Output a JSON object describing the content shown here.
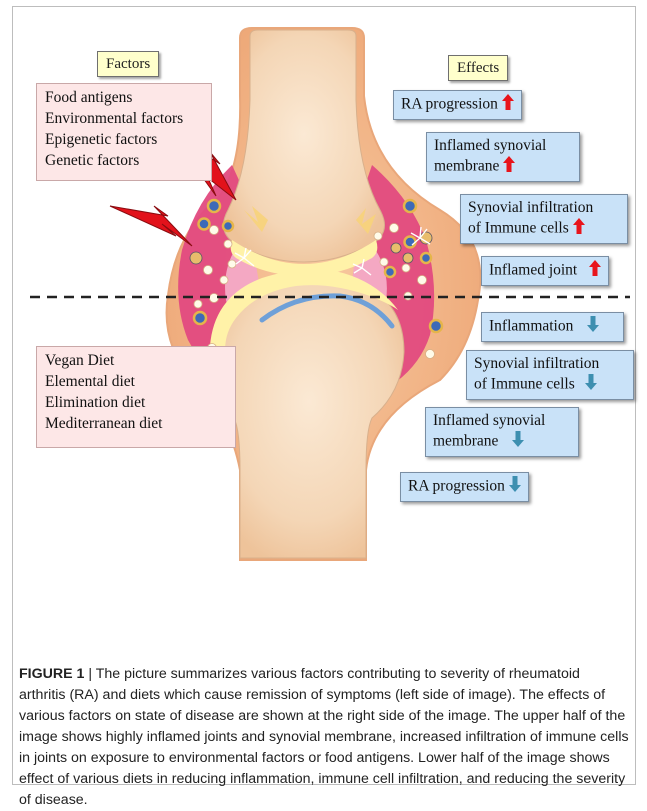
{
  "labels": {
    "factors_tag": "Factors",
    "effects_tag": "Effects"
  },
  "factors": [
    "Food antigens",
    "Environmental factors",
    "Epigenetic factors",
    "Genetic factors"
  ],
  "diets": [
    "Vegan Diet",
    "Elemental diet",
    "Elimination diet",
    "Mediterranean diet"
  ],
  "effects_up": [
    {
      "lines": [
        "RA progression"
      ]
    },
    {
      "lines": [
        "Inflamed synovial",
        "membrane"
      ]
    },
    {
      "lines": [
        "Synovial infiltration",
        "of Immune cells"
      ]
    },
    {
      "lines": [
        "Inflamed joint"
      ]
    }
  ],
  "effects_down": [
    {
      "lines": [
        "Inflammation"
      ]
    },
    {
      "lines": [
        "Synovial infiltration",
        "of Immune cells"
      ]
    },
    {
      "lines": [
        "Inflamed synovial",
        "membrane"
      ]
    },
    {
      "lines": [
        "RA progression"
      ]
    }
  ],
  "caption": {
    "label": "FIGURE 1",
    "separator": " | ",
    "text": "The picture summarizes various factors contributing to severity of rheumatoid arthritis (RA) and diets which cause remission of symptoms (left side of image). The effects of various factors on state of disease are shown at the right side of the image. The upper half of the image shows highly inflamed joints and synovial membrane, increased infiltration of immune cells in joints on exposure to environmental factors or food antigens. Lower half of the image shows effect of various diets in reducing inflammation, immune cell infiltration, and reducing the severity of disease."
  },
  "colors": {
    "up_arrow": "#e8141b",
    "down_arrow": "#3d8fb0",
    "synovium": "#e0457a",
    "bone": "#f6dcc0",
    "cartilage": "#fff6b0",
    "effect_box": "#c9e2f8",
    "factor_box": "#fde7e7",
    "tag_box": "#ffffcc"
  },
  "icons": [
    "lightning-bolt-icon",
    "macrophage-icon",
    "lymphocyte-icon",
    "up-arrow-icon",
    "down-arrow-icon"
  ]
}
